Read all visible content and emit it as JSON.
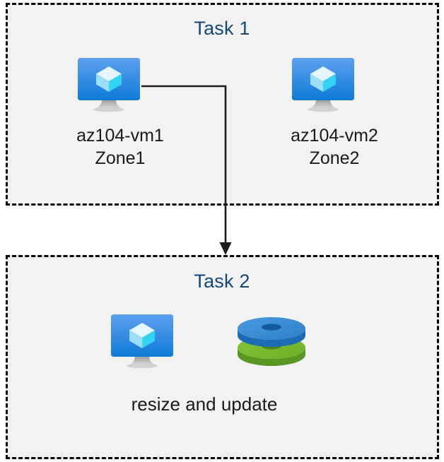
{
  "diagram": {
    "background_color": "#ffffff",
    "box_fill_color": "#f2f2f2",
    "box_border_color": "#000000",
    "title_color": "#134a7c",
    "label_color": "#1a1a1a",
    "connector_color": "#1a1a1a"
  },
  "task1": {
    "title": "Task 1",
    "nodes": [
      {
        "icon": "virtual-machine-icon",
        "label": "az104-vm1\nZone1",
        "name": "az104-vm1",
        "zone": "Zone1"
      },
      {
        "icon": "virtual-machine-icon",
        "label": "az104-vm2\nZone2",
        "name": "az104-vm2",
        "zone": "Zone2"
      }
    ]
  },
  "task2": {
    "title": "Task 2",
    "label": "resize and update",
    "nodes": [
      {
        "icon": "virtual-machine-icon"
      },
      {
        "icon": "managed-disks-icon"
      }
    ]
  },
  "connector": {
    "from": "az104-vm1",
    "to": "Task 2",
    "style": "elbow-arrow"
  },
  "icon_colors": {
    "vm_screen_top": "#5ea0ef",
    "vm_screen_bottom": "#0f7ad8",
    "vm_cube_light": "#c3f1ff",
    "vm_cube_mid": "#9cebff",
    "vm_cube_dark": "#32d4f5",
    "vm_stand": "#a8a8a8",
    "disk_blue": "#3c8fd6",
    "disk_blue_dark": "#1b6cb5",
    "disk_green": "#76bc2d",
    "disk_green_dark": "#5a9722"
  }
}
